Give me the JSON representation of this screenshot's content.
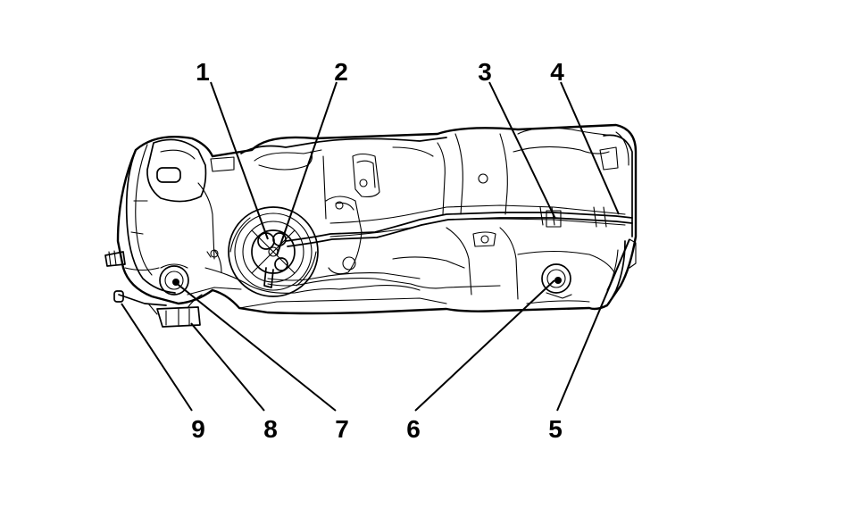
{
  "callouts": [
    {
      "id": "callout-1",
      "label": "1"
    },
    {
      "id": "callout-2",
      "label": "2"
    },
    {
      "id": "callout-3",
      "label": "3"
    },
    {
      "id": "callout-4",
      "label": "4"
    },
    {
      "id": "callout-5",
      "label": "5"
    },
    {
      "id": "callout-6",
      "label": "6"
    },
    {
      "id": "callout-7",
      "label": "7"
    },
    {
      "id": "callout-8",
      "label": "8"
    },
    {
      "id": "callout-9",
      "label": "9"
    }
  ]
}
